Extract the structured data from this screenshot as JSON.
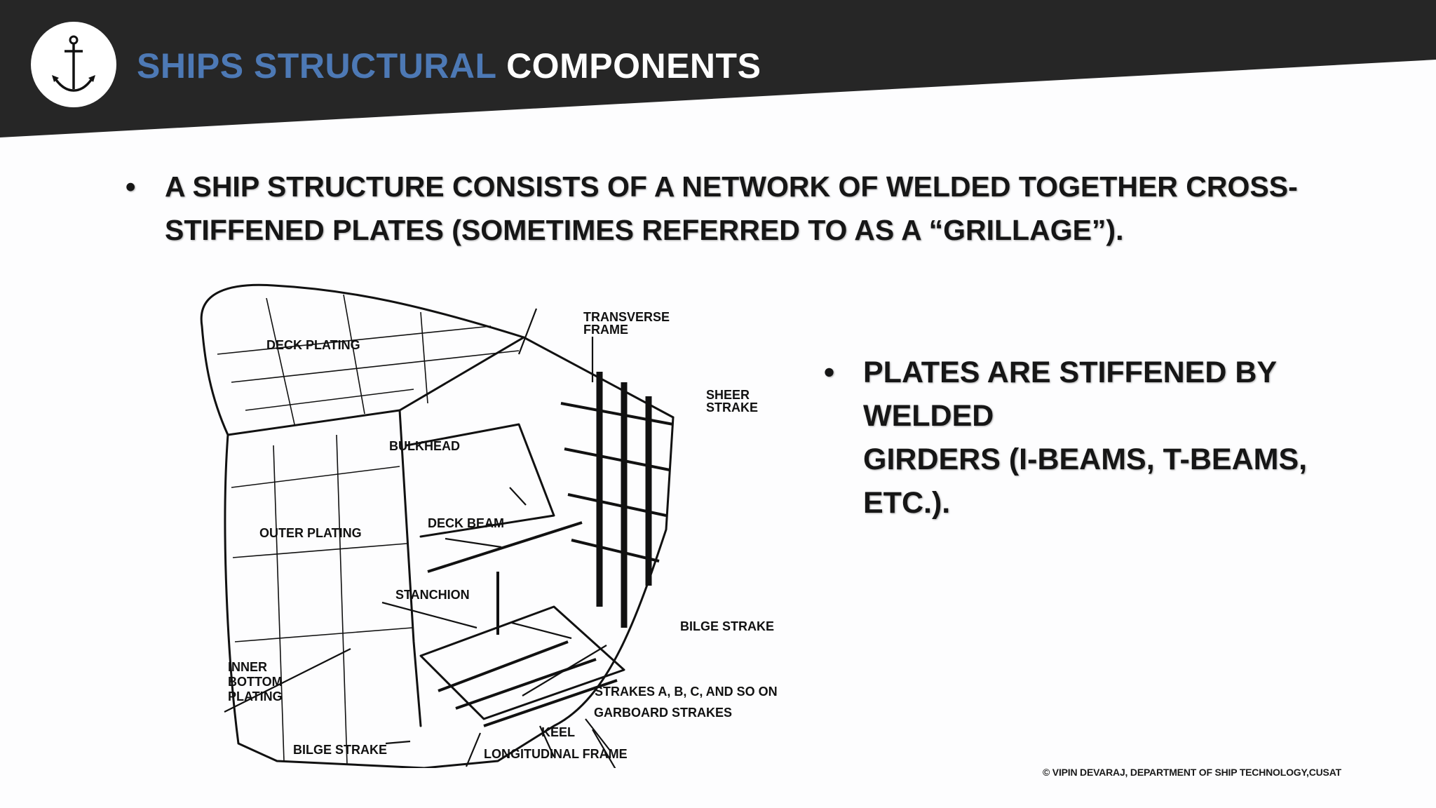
{
  "header": {
    "title_accent": "SHIPS STRUCTURAL",
    "title_main": "COMPONENTS",
    "logo_icon": "anchor-icon",
    "colors": {
      "bar": "#262626",
      "accent": "#4d79b5",
      "title": "#ffffff"
    }
  },
  "bullets": [
    {
      "marker": "•",
      "line1": "A SHIP STRUCTURE CONSISTS OF A NETWORK OF WELDED TOGETHER CROSS-",
      "line2": "STIFFENED PLATES (SOMETIMES REFERRED TO AS A “GRILLAGE”)."
    },
    {
      "marker": "•",
      "line1": "PLATES ARE STIFFENED BY WELDED",
      "line2": "GIRDERS (I-BEAMS, T-BEAMS,",
      "line3": "ETC.)."
    }
  ],
  "diagram": {
    "labels": {
      "deck_plating": "DECK PLATING",
      "transverse_frame_1": "TRANSVERSE",
      "transverse_frame_2": "FRAME",
      "sheer_strake_1": "SHEER",
      "sheer_strake_2": "STRAKE",
      "bulkhead": "BULKHEAD",
      "deck_beam": "DECK BEAM",
      "outer_plating": "OUTER PLATING",
      "stanchion": "STANCHION",
      "bilge_strake_right": "BILGE STRAKE",
      "inner_bottom_1": "INNER",
      "inner_bottom_2": "BOTTOM",
      "inner_bottom_3": "PLATING",
      "strakes": "STRAKES A, B, C, AND SO ON",
      "garboard": "GARBOARD STRAKES",
      "keel": "KEEL",
      "bilge_strake_left": "BILGE STRAKE",
      "longitudinal_frame": "LONGITUDINAL FRAME"
    }
  },
  "footer": {
    "credit": "© VIPIN DEVARAJ, DEPARTMENT OF SHIP TECHNOLOGY,CUSAT"
  }
}
